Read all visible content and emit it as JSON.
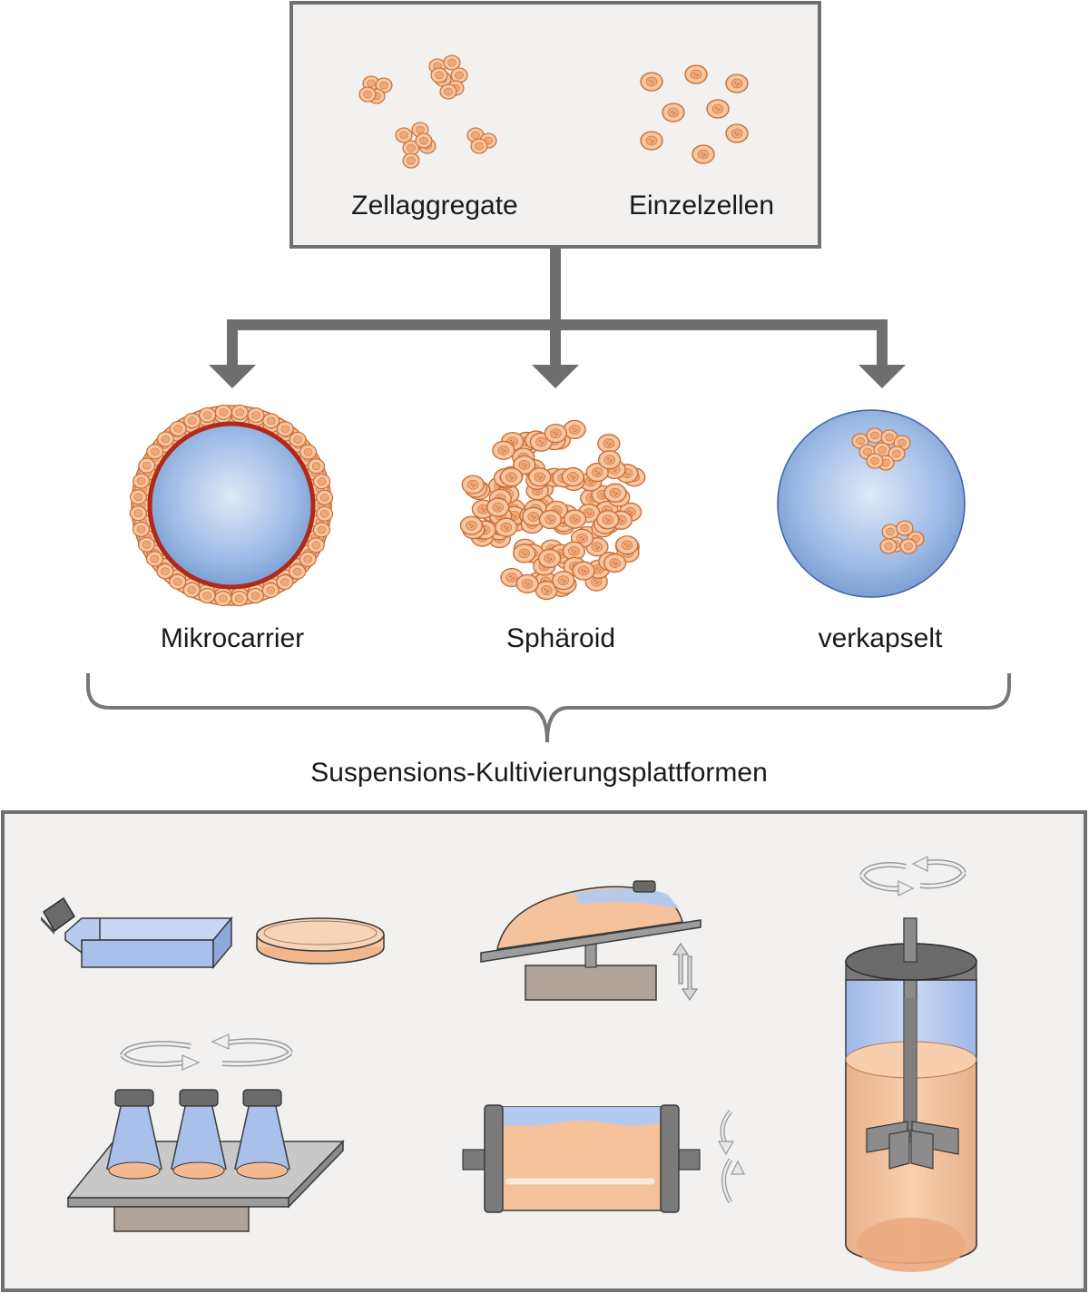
{
  "source_box": {
    "items": [
      {
        "label": "Zellaggregate"
      },
      {
        "label": "Einzelzellen"
      }
    ]
  },
  "culture_forms": [
    {
      "label": "Mikrocarrier"
    },
    {
      "label": "Sphäroid"
    },
    {
      "label": "verkapselt"
    }
  ],
  "platforms_title": "Suspensions-Kultivierungsplattformen",
  "colors": {
    "box_fill": "#f2f1f0",
    "box_stroke": "#707070",
    "arrow": "#6e6e6e",
    "cell_fill": "#f6c8a2",
    "cell_stroke": "#c86a30",
    "carrier_blue": "#8fb2e0",
    "medium_orange": "#f6c29c",
    "liquid_blue": "#b4caf0",
    "carrier_rim": "#b02a1a"
  },
  "icons": [
    "culture-flask-icon",
    "petri-dish-icon",
    "rocking-bag-icon",
    "shake-flasks-icon",
    "roller-bottle-icon",
    "stirred-tank-bioreactor-icon"
  ]
}
